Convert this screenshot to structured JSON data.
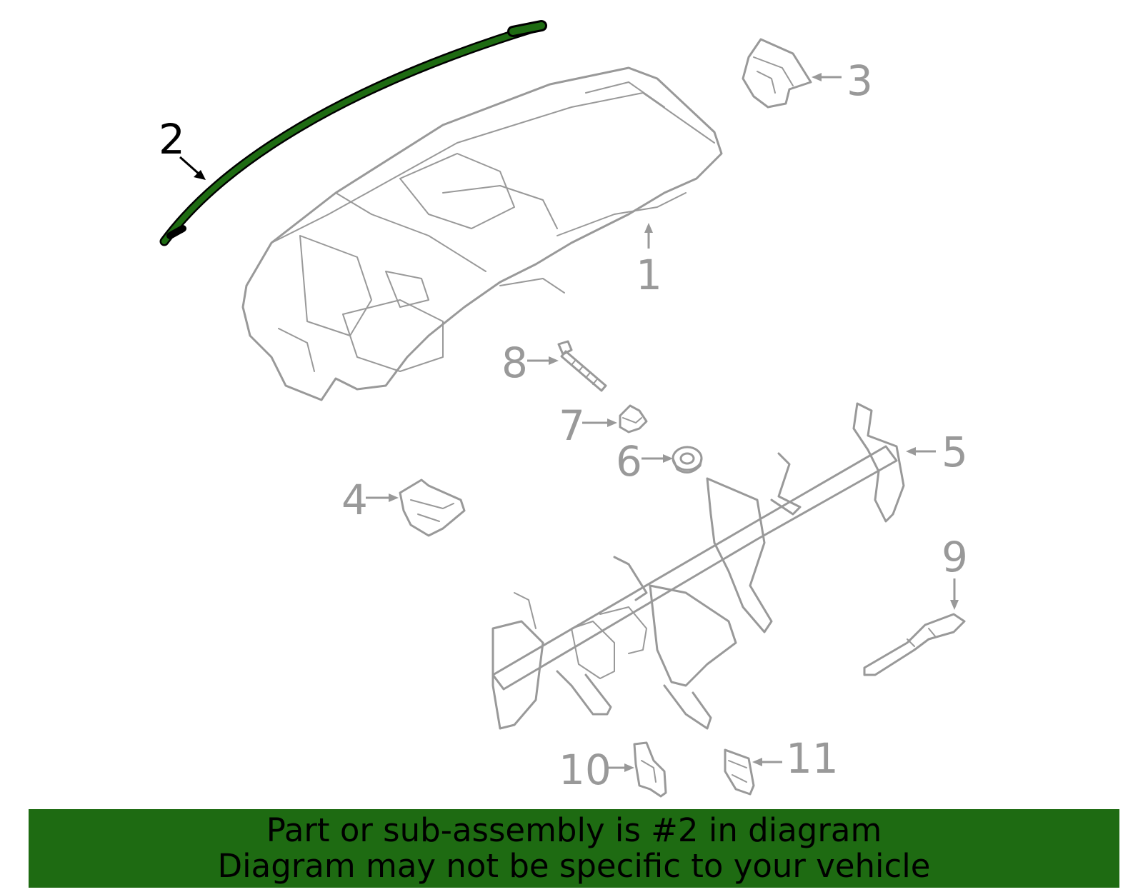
{
  "diagram": {
    "highlighted_part": "2",
    "highlight_color": "#1e6b12",
    "part_color": "#999999",
    "callouts": [
      {
        "id": "1",
        "label": "1"
      },
      {
        "id": "2",
        "label": "2"
      },
      {
        "id": "3",
        "label": "3"
      },
      {
        "id": "4",
        "label": "4"
      },
      {
        "id": "5",
        "label": "5"
      },
      {
        "id": "6",
        "label": "6"
      },
      {
        "id": "7",
        "label": "7"
      },
      {
        "id": "8",
        "label": "8"
      },
      {
        "id": "9",
        "label": "9"
      },
      {
        "id": "10",
        "label": "10"
      },
      {
        "id": "11",
        "label": "11"
      }
    ]
  },
  "banner": {
    "background": "#1e6b12",
    "line1": "Part or sub-assembly is #2 in diagram",
    "line2": "Diagram may not be specific to your vehicle"
  }
}
